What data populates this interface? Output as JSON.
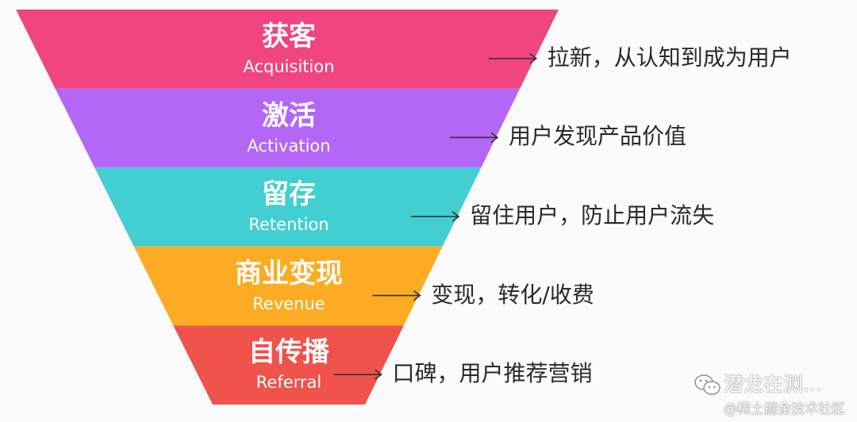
{
  "funnel": {
    "layers": [
      {
        "title": "获客",
        "subtitle": "Acquisition",
        "description": "拉新，从认知到成为用户",
        "color": "#f0457f"
      },
      {
        "title": "激活",
        "subtitle": "Activation",
        "description": "用户发现产品价值",
        "color": "#b466f7"
      },
      {
        "title": "留存",
        "subtitle": "Retention",
        "description": "留住用户，防止用户流失",
        "color": "#42cfd1"
      },
      {
        "title": "商业变现",
        "subtitle": "Revenue",
        "description": "变现，转化/收费",
        "color": "#fdab22"
      },
      {
        "title": "自传播",
        "subtitle": "Referral",
        "description": "口碑，用户推荐营销",
        "color": "#f0524c"
      }
    ]
  },
  "watermark": {
    "name": "潜龙在渊...",
    "site": "@稀土掘金技术社区",
    "icon": "wechat-icon"
  }
}
